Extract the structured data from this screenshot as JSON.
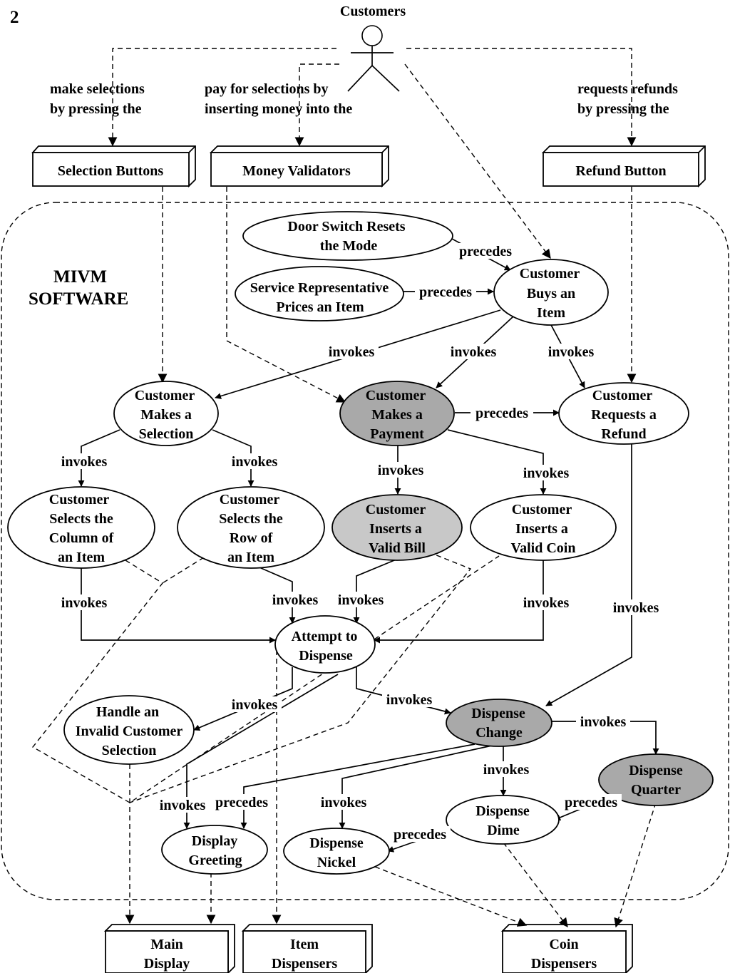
{
  "page_number": "2",
  "actor": {
    "label": "Customers"
  },
  "system": {
    "title_line1": "MIVM",
    "title_line2": "SOFTWARE"
  },
  "devices": {
    "selection_buttons": "Selection Buttons",
    "money_validators": "Money Validators",
    "refund_button": "Refund Button",
    "main_display": [
      "Main",
      "Display"
    ],
    "item_dispensers": [
      "Item",
      "Dispensers"
    ],
    "coin_dispensers": [
      "Coin",
      "Dispensers"
    ]
  },
  "actor_links": {
    "selection": [
      "make selections",
      "by pressing the"
    ],
    "payment": [
      "pay for selections by",
      "inserting money into the"
    ],
    "refund": [
      "requests refunds",
      "by pressing the"
    ]
  },
  "use_cases": {
    "door_switch": [
      "Door Switch Resets",
      "the Mode"
    ],
    "service_rep": [
      "Service Representative",
      "Prices an Item"
    ],
    "buys_item": [
      "Customer",
      "Buys an",
      "Item"
    ],
    "makes_selection": [
      "Customer",
      "Makes a",
      "Selection"
    ],
    "makes_payment": [
      "Customer",
      "Makes a",
      "Payment"
    ],
    "requests_refund": [
      "Customer",
      "Requests a",
      "Refund"
    ],
    "selects_column": [
      "Customer",
      "Selects the",
      "Column of",
      "an Item"
    ],
    "selects_row": [
      "Customer",
      "Selects the",
      "Row of",
      "an Item"
    ],
    "inserts_bill": [
      "Customer",
      "Inserts a",
      "Valid Bill"
    ],
    "inserts_coin": [
      "Customer",
      "Inserts a",
      "Valid Coin"
    ],
    "attempt_dispense": [
      "Attempt to",
      "Dispense"
    ],
    "handle_invalid": [
      "Handle an",
      "Invalid Customer",
      "Selection"
    ],
    "dispense_change": [
      "Dispense",
      "Change"
    ],
    "dispense_quarter": [
      "Dispense",
      "Quarter"
    ],
    "dispense_dime": [
      "Dispense",
      "Dime"
    ],
    "dispense_nickel": [
      "Dispense",
      "Nickel"
    ],
    "display_greeting": [
      "Display",
      "Greeting"
    ]
  },
  "relation_labels": {
    "precedes": "precedes",
    "invokes": "invokes"
  },
  "colors": {
    "highlight_dark": "#a9a9a9",
    "highlight_light": "#c8c8c8",
    "plain": "#ffffff"
  }
}
